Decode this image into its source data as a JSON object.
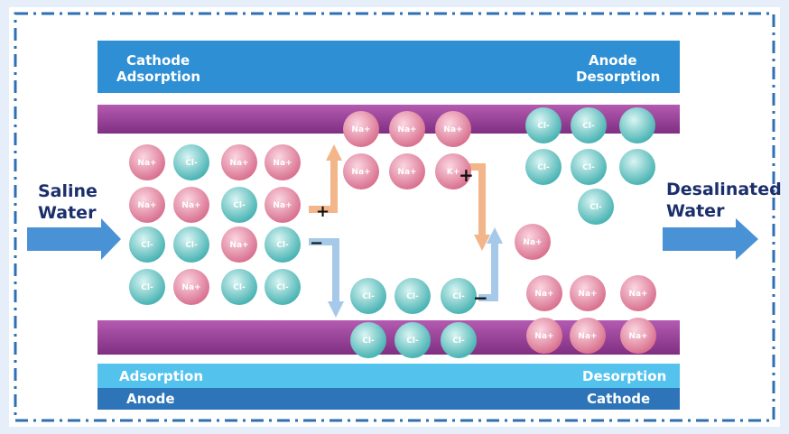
{
  "electrodes": {
    "top_left": [
      "Cathode",
      "Adsorption"
    ],
    "top_right": [
      "Anode",
      "Desorption"
    ],
    "bottom_upper_left": "Adsorption",
    "bottom_upper_right": "Desorption",
    "bottom_lower_left": "Anode",
    "bottom_lower_right": "Cathode"
  },
  "inlet": [
    "Saline",
    "Water"
  ],
  "outlet": [
    "Desalinated",
    "Water"
  ],
  "ions": {
    "sodium": "Na+",
    "chloride": "Cl-",
    "potassium": "K+"
  },
  "signs": {
    "plus": "+",
    "minus": "−"
  },
  "colors": {
    "top_electrode": "#2e8fd4",
    "bottom_electrode_light": "#53c3ee",
    "bottom_electrode_dark": "#2d74b8",
    "membrane": "#9a3f9a",
    "cation": "#e58ca6",
    "anion": "#7bd0cf",
    "arrow_orange": "#f3b58a",
    "arrow_blue": "#a6c9ea",
    "flow_arrow": "#4a92d6"
  }
}
